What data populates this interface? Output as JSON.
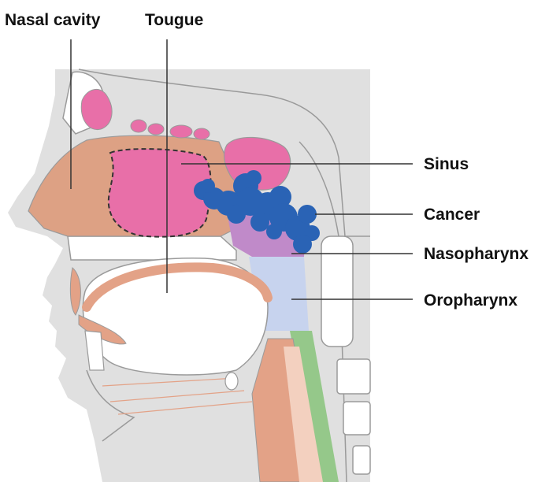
{
  "labels": {
    "nasal_cavity": "Nasal cavity",
    "tongue": "Tougue",
    "sinus": "Sinus",
    "cancer": "Cancer",
    "nasopharynx": "Nasopharynx",
    "oropharynx": "Oropharynx"
  },
  "colors": {
    "background_head": "#e0e0e0",
    "outline": "#9a9a9a",
    "nasal_cavity": "#dda184",
    "sinus": "#e86fa8",
    "cancer": "#2a63b5",
    "nasopharynx": "#c08ac9",
    "oropharynx": "#c7d3ee",
    "esophagus": "#95c88a",
    "tissue": "#e3a287",
    "leader_line": "#333333"
  }
}
